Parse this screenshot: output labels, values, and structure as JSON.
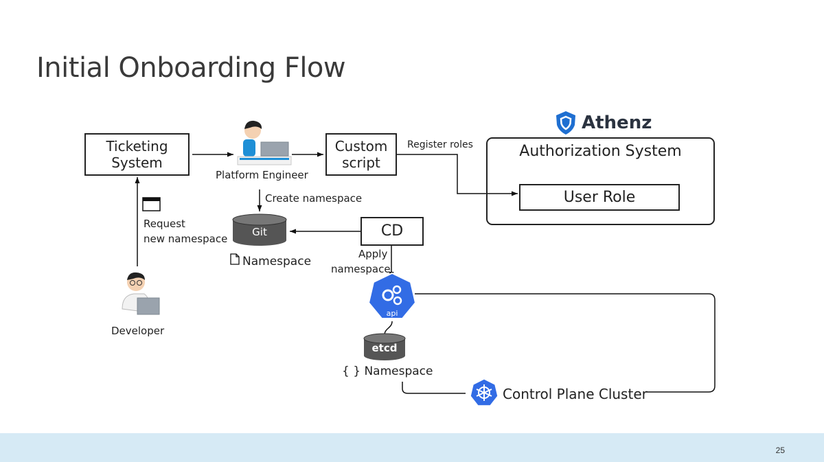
{
  "title": "Initial Onboarding Flow",
  "nodes": {
    "ticketing": [
      "Ticketing",
      "System"
    ],
    "custom_script": [
      "Custom",
      "script"
    ],
    "cd": "CD",
    "auth_system": "Authorization System",
    "user_role": "User Role",
    "git": "Git",
    "etcd": "etcd",
    "api": "api"
  },
  "actors": {
    "platform_engineer": "Platform Engineer",
    "developer": "Developer"
  },
  "labels": {
    "register_roles": "Register roles",
    "create_namespace": "Create namespace",
    "request": [
      "Request",
      "new namespace"
    ],
    "namespace_file": "Namespace",
    "apply": [
      "Apply",
      "namespace"
    ],
    "namespace_json": "{ } Namespace",
    "control_plane": "Control Plane Cluster"
  },
  "brand": "Athenz",
  "page_number": "25",
  "colors": {
    "kube_blue": "#326ce5",
    "athenz_blue": "#1f6fd1",
    "db_gray": "#555555",
    "footer": "#d6eaf5"
  }
}
